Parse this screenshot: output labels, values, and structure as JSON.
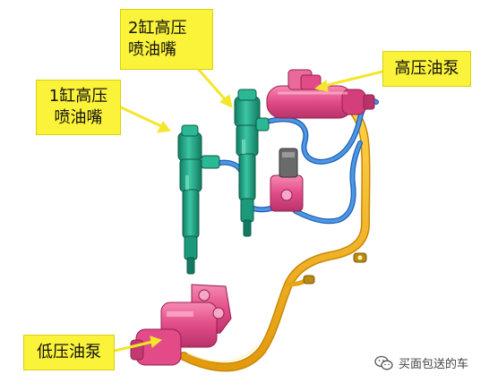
{
  "callouts": {
    "injector2": {
      "line1": "2缸高压",
      "line2": "喷油嘴"
    },
    "injector1": {
      "line1": "1缸高压",
      "line2": "喷油嘴"
    },
    "high_pressure_pump": "高压油泵",
    "low_pressure_pump": "低压油泵"
  },
  "watermark": {
    "text": "买面包送的车",
    "icon": "wechat-icon"
  },
  "colors": {
    "callout_fill": "#fbf33a",
    "arrow": "#f4e62a",
    "injector_green": "#23a98a",
    "pump_pink": "#e7568f",
    "fuel_line_blue": "#3a7fd0",
    "low_pressure_line_yellow": "#f2b316",
    "connector_gray": "#6a6a6a"
  }
}
